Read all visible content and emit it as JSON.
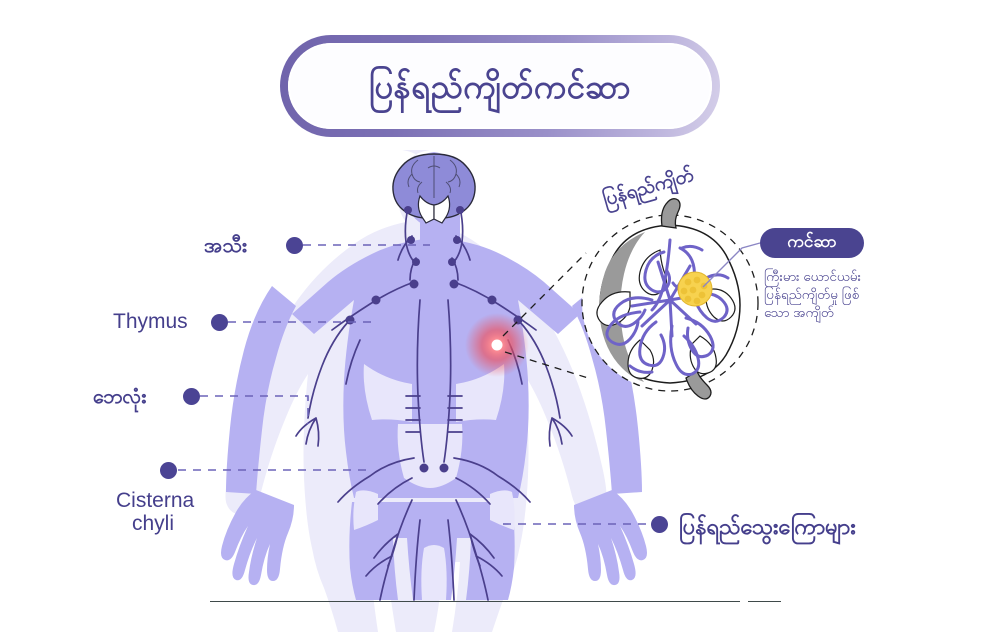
{
  "title": {
    "text": "ပြန်ရည်ကျိတ်ကင်ဆာ"
  },
  "labels": {
    "tonsils": "အသီး",
    "thymus": "Thymus",
    "spleen": "ဘေလုံး",
    "cisterna_line1": "Cisterna",
    "cisterna_line2": "chyli",
    "lymph_vessels": "ပြန်ရည်သွေးကြောများ"
  },
  "callout": {
    "node_label": "ပြန်ရည်ကျိတ်",
    "badge": "ကင်ဆာ",
    "description_lines": [
      "ကြီးမား ယောင်ယမ်း",
      "ပြန်ရည်ကျိတ်မှု ဖြစ်",
      "သော အကျိတ်"
    ]
  },
  "colors": {
    "deep_purple": "#4a4490",
    "body_fill": "#b3aef0",
    "body_aura": "#ebe9fb",
    "vessel": "#4a3f8c",
    "brain": "#8e8bd8",
    "tumor_yellow": "#f5cf4d",
    "hotspot_red": "#ef4b55",
    "node_gray": "#9a9a9a",
    "dash_line": "#8b86c4"
  },
  "figure": {
    "body_alt": "anterior human body silhouette with lymphatic system",
    "hotspot_alt": "red inflamed axillary lymph node",
    "magnifier_alt": "magnified lymph node cross-section with cancer cells"
  }
}
